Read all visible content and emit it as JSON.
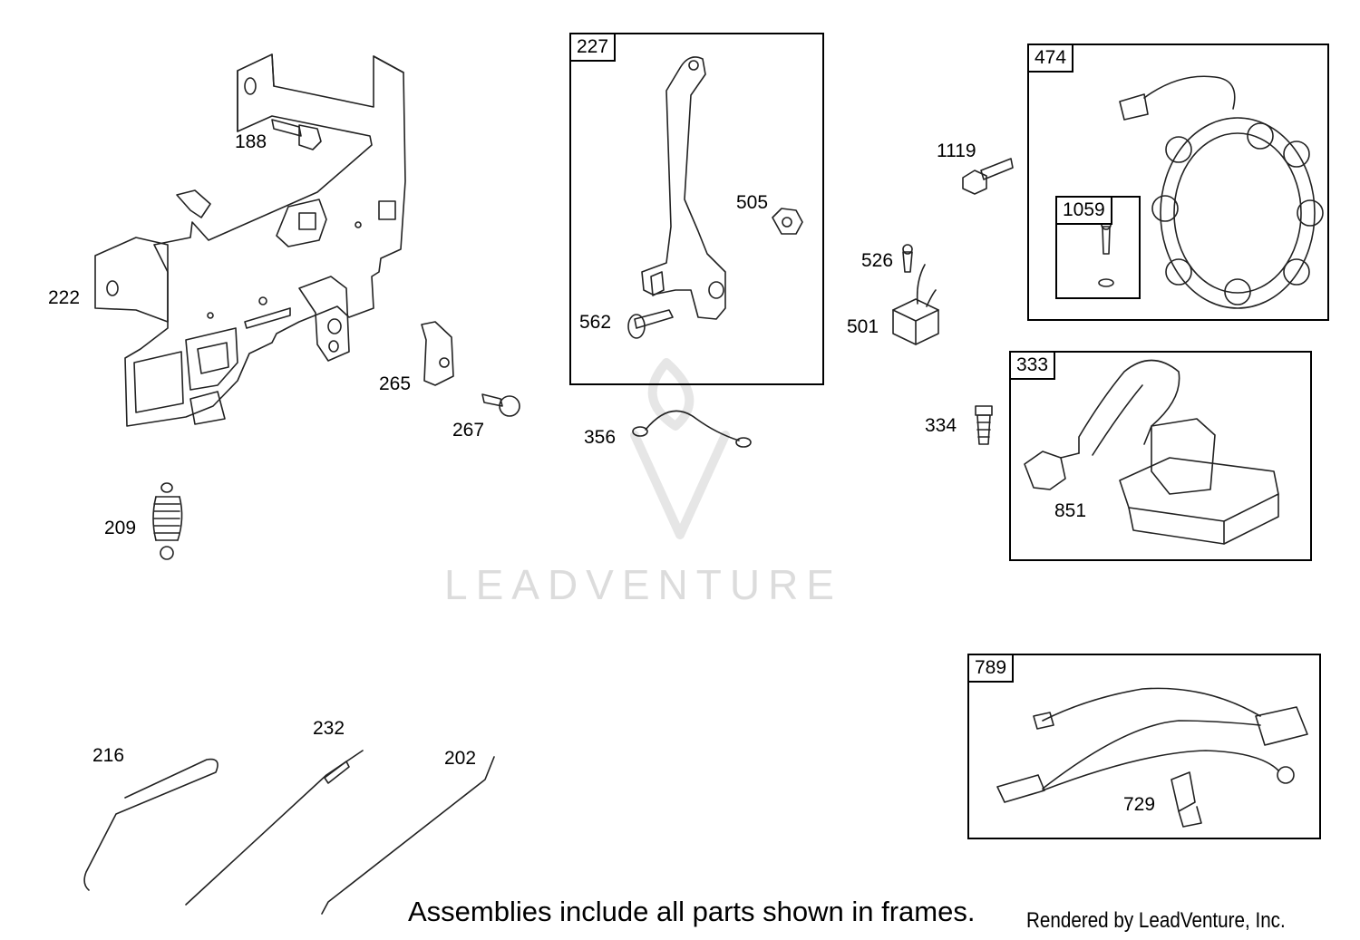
{
  "watermark": "LEADVENTURE",
  "footer": {
    "note": "Assemblies include all parts shown in frames.",
    "credit": "Rendered by LeadVenture, Inc."
  },
  "frames": [
    {
      "id": "227"
    },
    {
      "id": "474"
    },
    {
      "id": "1059"
    },
    {
      "id": "333"
    },
    {
      "id": "789"
    }
  ],
  "parts": [
    {
      "no": "188"
    },
    {
      "no": "222"
    },
    {
      "no": "265"
    },
    {
      "no": "267"
    },
    {
      "no": "209"
    },
    {
      "no": "505"
    },
    {
      "no": "562"
    },
    {
      "no": "356"
    },
    {
      "no": "1119"
    },
    {
      "no": "526"
    },
    {
      "no": "501"
    },
    {
      "no": "334"
    },
    {
      "no": "851"
    },
    {
      "no": "216"
    },
    {
      "no": "232"
    },
    {
      "no": "202"
    },
    {
      "no": "729"
    }
  ],
  "colors": {
    "line": "#000000",
    "watermark": "#dcdcdc"
  }
}
